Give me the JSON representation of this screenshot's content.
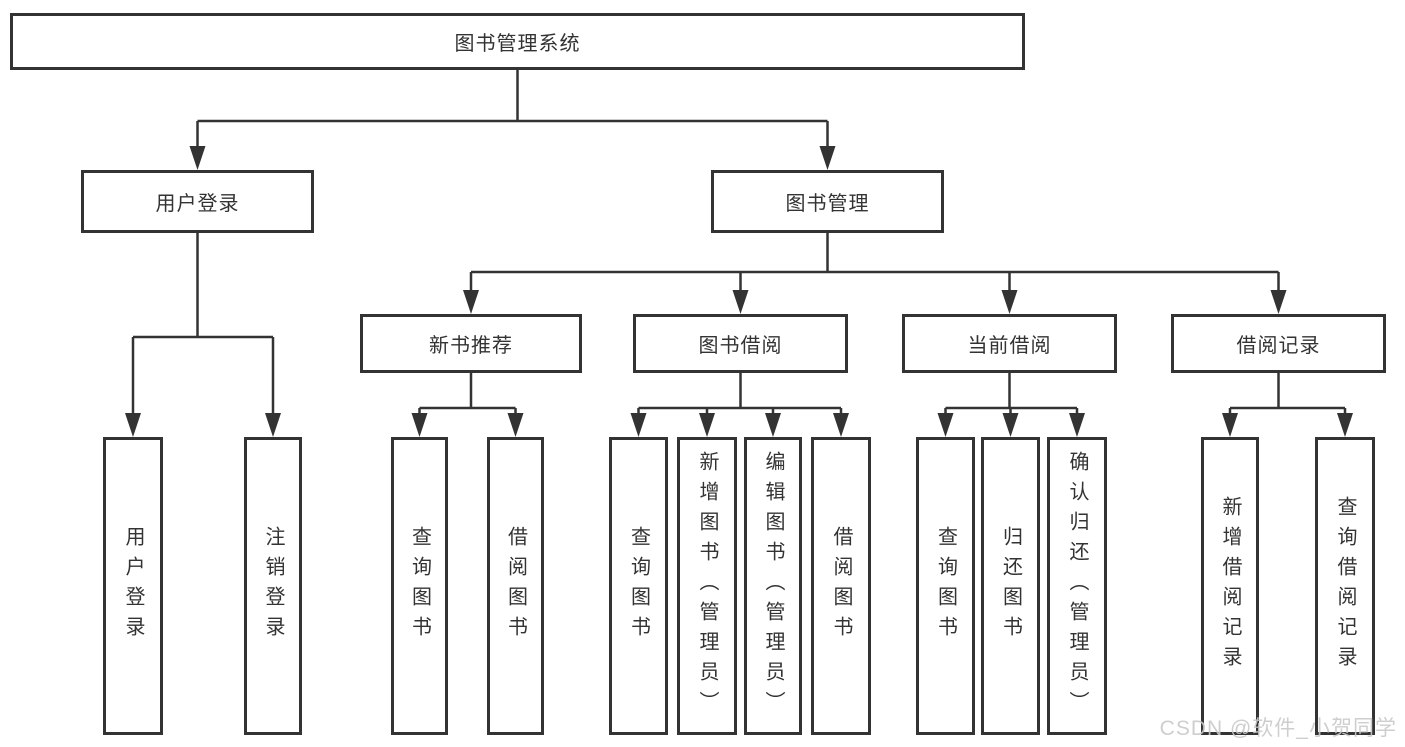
{
  "diagram": {
    "type": "org-tree",
    "colors": {
      "line": "#333333",
      "box_border": "#333333",
      "text": "#333333",
      "background": "#ffffff",
      "watermark": "#c9c9c9"
    }
  },
  "tree": {
    "label": "图书管理系统",
    "children": [
      {
        "label": "用户登录",
        "children": [
          {
            "label": "用户登录"
          },
          {
            "label": "注销登录"
          }
        ]
      },
      {
        "label": "图书管理",
        "children": [
          {
            "label": "新书推荐",
            "children": [
              {
                "label": "查询图书"
              },
              {
                "label": "借阅图书"
              }
            ]
          },
          {
            "label": "图书借阅",
            "children": [
              {
                "label": "查询图书"
              },
              {
                "label": "新增图书（管理员）"
              },
              {
                "label": "编辑图书（管理员）"
              },
              {
                "label": "借阅图书"
              }
            ]
          },
          {
            "label": "当前借阅",
            "children": [
              {
                "label": "查询图书"
              },
              {
                "label": "归还图书"
              },
              {
                "label": "确认归还（管理员）"
              }
            ]
          },
          {
            "label": "借阅记录",
            "children": [
              {
                "label": "新增借阅记录"
              },
              {
                "label": "查询借阅记录"
              }
            ]
          }
        ]
      }
    ]
  },
  "watermark": {
    "text": "CSDN @软件_小贺同学"
  }
}
